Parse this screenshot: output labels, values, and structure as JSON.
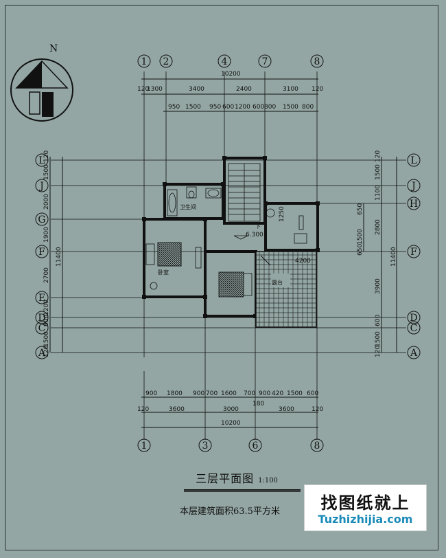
{
  "north_label": "N",
  "axes": {
    "top": [
      "1",
      "2",
      "4",
      "7",
      "8"
    ],
    "bottom": [
      "1",
      "3",
      "6",
      "8"
    ],
    "left": [
      "L",
      "J",
      "G",
      "F",
      "E",
      "D",
      "C",
      "A"
    ],
    "right": [
      "L",
      "J",
      "H",
      "F",
      "D",
      "C",
      "A"
    ]
  },
  "dims": {
    "top_total": "10200",
    "top_row1": [
      "120",
      "1300",
      "3400",
      "2400",
      "3100",
      "120"
    ],
    "top_row2": [
      "950",
      "1500",
      "950",
      "600",
      "1200",
      "600",
      "800",
      "1500",
      "800"
    ],
    "bottom_row1": [
      "900",
      "1800",
      "900",
      "700",
      "1600",
      "700",
      "900",
      "420",
      "1500",
      "600"
    ],
    "bottom_row1_extra": "180",
    "bottom_row2": [
      "120",
      "3600",
      "3000",
      "3600",
      "120"
    ],
    "bottom_total": "10200",
    "left_segments": [
      "120",
      "1500",
      "2000",
      "1900",
      "2700",
      "1200",
      "600",
      "1500",
      "120"
    ],
    "left_total": "11400",
    "right_outer": [
      "120",
      "1500",
      "1100",
      "2800",
      "3900",
      "600",
      "1500",
      "120"
    ],
    "right_inner": [
      "650",
      "1250",
      "1500",
      "650"
    ],
    "right_total": "11400"
  },
  "rooms": {
    "bathroom": "卫生间",
    "bedroom_left": "卧室",
    "terrace": "露台",
    "stair_down": "下",
    "elevation": "6.300",
    "terrace_dim": "4200"
  },
  "title": "三层平面图",
  "scale": "1:100",
  "area_note": "本层建筑面积63.5平方米",
  "watermark": {
    "title": "找图纸就上",
    "url": "Tuzhizhijia.com"
  }
}
